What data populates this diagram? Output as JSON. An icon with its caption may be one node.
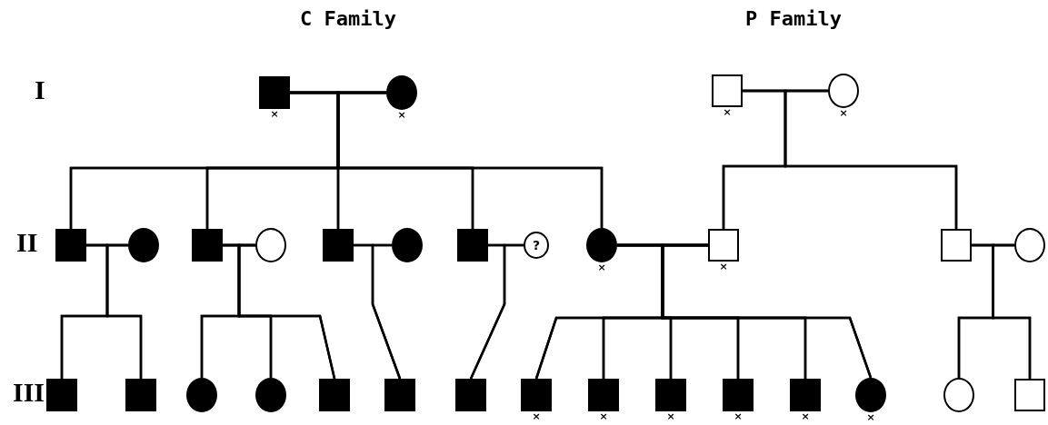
{
  "diagram": {
    "nodes": [
      {
        "text": [],
        "shape": "box",
        "beside": [
          "×"
        ]
      },
      {
        "text": [],
        "shape": "circle",
        "beside": [
          "×"
        ]
      },
      {
        "text": [],
        "shape": "box",
        "beside": [
          "×"
        ]
      },
      {
        "text": [],
        "shape": "circle",
        "beside": [
          "×"
        ]
      },
      {
        "text": [],
        "shape": "box"
      },
      {
        "text": [],
        "shape": "circle"
      },
      {
        "text": [],
        "shape": "box"
      },
      {
        "text": [],
        "shape": "circle"
      },
      {
        "text": [],
        "shape": "box"
      },
      {
        "text": [],
        "shape": "circle"
      },
      {
        "text": [],
        "shape": "box"
      },
      {
        "text": [
          "?"
        ]
      },
      {
        "text": [],
        "shape": "circle",
        "beside": [
          "×"
        ]
      },
      {
        "text": [],
        "shape": "box",
        "beside": [
          "×"
        ]
      },
      {
        "text": [],
        "shape": "box"
      },
      {
        "text": [],
        "shape": "circle"
      },
      {
        "text": [],
        "shape": "box"
      },
      {
        "text": [],
        "shape": "box"
      },
      {
        "text": [],
        "shape": "circle"
      },
      {
        "text": [],
        "shape": "circle"
      },
      {
        "text": [],
        "shape": "box"
      },
      {
        "text": [],
        "shape": "box"
      },
      {
        "text": [],
        "shape": "box"
      },
      {
        "text": [],
        "shape": "box",
        "beside": [
          "×"
        ]
      },
      {
        "text": [],
        "shape": "box",
        "beside": [
          "×"
        ]
      },
      {
        "text": [],
        "shape": "box",
        "beside": [
          "×"
        ]
      },
      {
        "text": [],
        "shape": "box",
        "beside": [
          "×"
        ]
      },
      {
        "text": [],
        "shape": "box",
        "beside": [
          "×"
        ]
      },
      {
        "text": [],
        "shape": "circle",
        "beside": [
          "×"
        ]
      },
      {
        "text": [],
        "shape": "circle"
      },
      {
        "text": [],
        "shape": "box"
      }
    ],
    "edges": [
      {
        "from": 0,
        "to": 1,
        "arrow": "none"
      },
      {
        "from": 2,
        "to": 3,
        "arrow": "none"
      },
      {
        "from": 4,
        "to": 5,
        "arrow": "none"
      },
      {
        "from": 6,
        "to": 7,
        "arrow": "none"
      },
      {
        "from": 8,
        "to": 9,
        "arrow": "none"
      },
      {
        "from": 10,
        "to": 11,
        "arrow": "none"
      },
      {
        "from": 12,
        "to": 13,
        "arrow": "none"
      },
      {
        "from": 14,
        "to": 15,
        "arrow": "none"
      },
      {
        "from": 0,
        "to": 4,
        "arrow": "none"
      },
      {
        "from": 1,
        "to": 4,
        "arrow": "none"
      },
      {
        "from": 0,
        "to": 6,
        "arrow": "none"
      },
      {
        "from": 1,
        "to": 6,
        "arrow": "none"
      },
      {
        "from": 0,
        "to": 8,
        "arrow": "none"
      },
      {
        "from": 1,
        "to": 8,
        "arrow": "none"
      },
      {
        "from": 0,
        "to": 10,
        "arrow": "none"
      },
      {
        "from": 1,
        "to": 10,
        "arrow": "none"
      },
      {
        "from": 0,
        "to": 12,
        "arrow": "none"
      },
      {
        "from": 1,
        "to": 12,
        "arrow": "none"
      },
      {
        "from": 2,
        "to": 13,
        "arrow": "none"
      },
      {
        "from": 3,
        "to": 13,
        "arrow": "none"
      },
      {
        "from": 2,
        "to": 14,
        "arrow": "none"
      },
      {
        "from": 3,
        "to": 14,
        "arrow": "none"
      },
      {
        "from": 4,
        "to": 16,
        "arrow": "none"
      },
      {
        "from": 5,
        "to": 16,
        "arrow": "none"
      },
      {
        "from": 4,
        "to": 17,
        "arrow": "none"
      },
      {
        "from": 5,
        "to": 17,
        "arrow": "none"
      },
      {
        "from": 6,
        "to": 18,
        "arrow": "none"
      },
      {
        "from": 7,
        "to": 18,
        "arrow": "none"
      },
      {
        "from": 6,
        "to": 19,
        "arrow": "none"
      },
      {
        "from": 7,
        "to": 19,
        "arrow": "none"
      },
      {
        "from": 6,
        "to": 20,
        "arrow": "none"
      },
      {
        "from": 7,
        "to": 20,
        "arrow": "none"
      },
      {
        "from": 8,
        "to": 21,
        "arrow": "none"
      },
      {
        "from": 9,
        "to": 21,
        "arrow": "none"
      },
      {
        "from": 10,
        "to": 22,
        "arrow": "none"
      },
      {
        "from": 11,
        "to": 22,
        "arrow": "none"
      },
      {
        "from": 12,
        "to": 23,
        "arrow": "none"
      },
      {
        "from": 13,
        "to": 23,
        "arrow": "none"
      },
      {
        "from": 12,
        "to": 24,
        "arrow": "none"
      },
      {
        "from": 13,
        "to": 24,
        "arrow": "none"
      },
      {
        "from": 12,
        "to": 25,
        "arrow": "none"
      },
      {
        "from": 13,
        "to": 25,
        "arrow": "none"
      },
      {
        "from": 12,
        "to": 26,
        "arrow": "none"
      },
      {
        "from": 13,
        "to": 26,
        "arrow": "none"
      },
      {
        "from": 12,
        "to": 27,
        "arrow": "none"
      },
      {
        "from": 13,
        "to": 27,
        "arrow": "none"
      },
      {
        "from": 12,
        "to": 28,
        "arrow": "none"
      },
      {
        "from": 13,
        "to": 28,
        "arrow": "none"
      },
      {
        "from": 14,
        "to": 29,
        "arrow": "none"
      },
      {
        "from": 15,
        "to": 29,
        "arrow": "none"
      },
      {
        "from": 14,
        "to": 30,
        "arrow": "none"
      },
      {
        "from": 15,
        "to": 30,
        "arrow": "none"
      }
    ],
    "labels": [
      "C Family",
      "P Family",
      "I",
      "II",
      "III"
    ]
  }
}
